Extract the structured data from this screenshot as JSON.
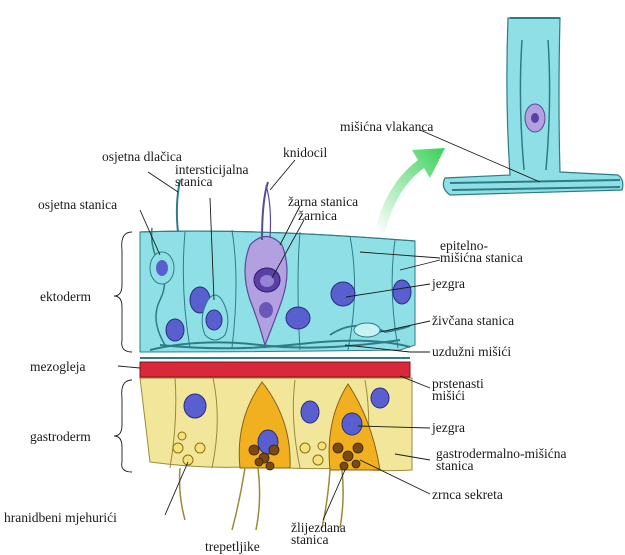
{
  "labels": {
    "osjetna_dlacica": "osjetna dlačica",
    "intersticijalna_stanica": "intersticijalna\nstanica",
    "knidocil": "knidocil",
    "misicna_vlakanca": "mišićna vlakanca",
    "osjetna_stanica": "osjetna stanica",
    "zarna_stanica": "žarna stanica",
    "zarnica": "žarnica",
    "epitelno_misicna_stanica": "epitelno-\nmišićna stanica",
    "jezgra_top": "jezgra",
    "ektoderm": "ektoderm",
    "zivcana_stanica": "živčana stanica",
    "uzduzni_misici": "uzdužni mišići",
    "mezogleja": "mezogleja",
    "prstenasti_misici": "prstenasti\nmišići",
    "jezgra_bottom": "jezgra",
    "gastroderm": "gastroderm",
    "gastrodermalno_misicna_stanica": "gastrodermalno-mišićna\nstanica",
    "zrnca_sekreta": "zrnca sekreta",
    "hranidbeni_mjehurici": "hranidbeni mjehurići",
    "zlijezdana_stanica": "žlijezdana\nstanica",
    "trepetljike": "trepetljike"
  },
  "colors": {
    "ectoderm": "#8ee0e6",
    "gastroderm": "#f2e69a",
    "mesoglea": "#d8283a",
    "cnidocyte": "#b3a0e0",
    "nucleus": "#5a5fcf",
    "gland_cell": "#f0b020",
    "arrow": "#3ad15a"
  }
}
